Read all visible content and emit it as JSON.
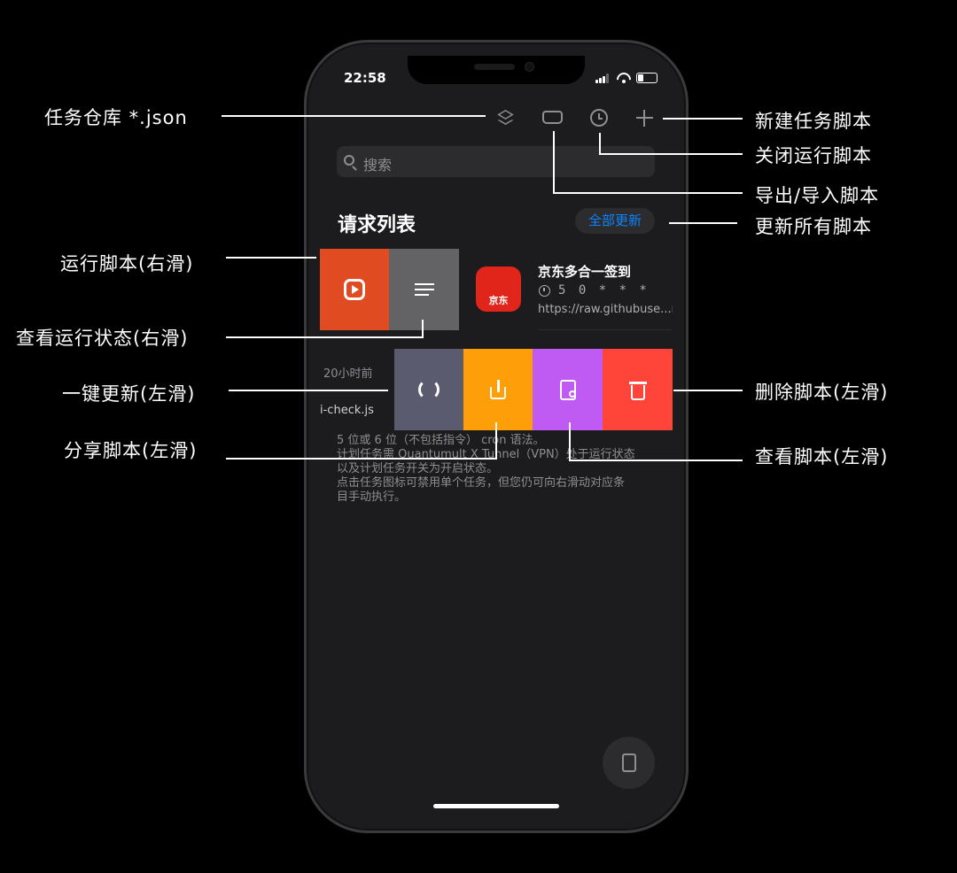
{
  "status": {
    "time": "22:58"
  },
  "toolbar": {
    "icons": [
      "layers-icon",
      "drive-icon",
      "alarm-icon",
      "plus-icon"
    ]
  },
  "search": {
    "placeholder": "搜索"
  },
  "list": {
    "title": "请求列表",
    "update_all": "全部更新"
  },
  "task1": {
    "name": "京东多合一签到",
    "cron": "5 0 * * *",
    "url": "https://raw.githubuse...r",
    "logo_text": "京东"
  },
  "task2": {
    "time_ago": "20小时前",
    "file": "i-check.js"
  },
  "note": {
    "lines": [
      "5 位或 6 位（不包括指令） cron 语法。",
      "计划任务需 Quantumult X Tunnel（VPN）处于运行状态",
      "以及计划任务开关为开启状态。",
      "点击任务图标可禁用单个任务，但您仍可向右滑动对应条",
      "目手动执行。"
    ]
  },
  "annotations": {
    "repo": "任务仓库 *.json",
    "new_task": "新建任务脚本",
    "close_run": "关闭运行脚本",
    "export_import": "导出/导入脚本",
    "update_all": "更新所有脚本",
    "run": "运行脚本(右滑)",
    "view_status": "查看运行状态(右滑)",
    "one_key_update": "一键更新(左滑)",
    "share": "分享脚本(左滑)",
    "delete": "删除脚本(左滑)",
    "view_script": "查看脚本(左滑)"
  },
  "colors": {
    "run": "#e14b22",
    "status": "#636366",
    "refresh": "#5b5b70",
    "share": "#fe9f0a",
    "view": "#bf5af2",
    "delete": "#ff453a",
    "accent": "#0a84ff"
  }
}
